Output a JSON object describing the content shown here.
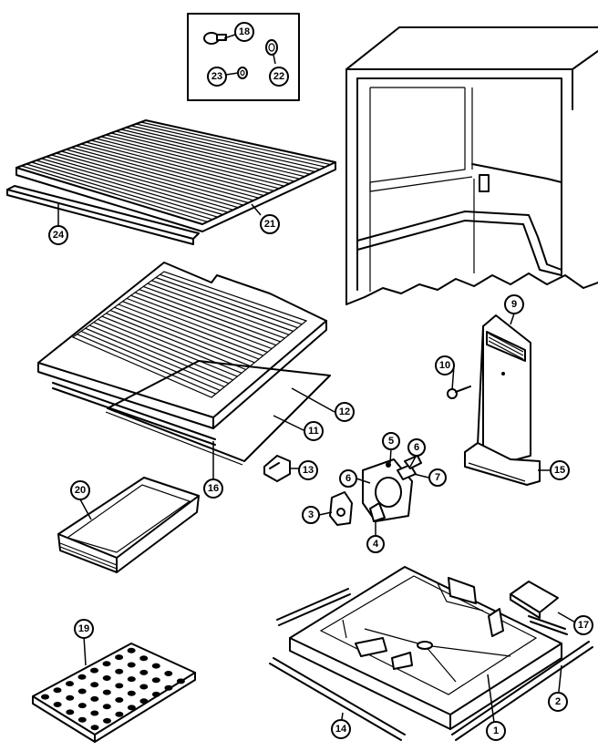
{
  "callouts": {
    "c1": "1",
    "c2": "2",
    "c3": "3",
    "c4": "4",
    "c5": "5",
    "c6a": "6",
    "c6b": "6",
    "c7": "7",
    "c9": "9",
    "c10": "10",
    "c11": "11",
    "c12": "12",
    "c13": "13",
    "c14": "14",
    "c15": "15",
    "c16": "16",
    "c17": "17",
    "c18": "18",
    "c19": "19",
    "c20": "20",
    "c21": "21",
    "c22": "22",
    "c23": "23",
    "c24": "24"
  }
}
